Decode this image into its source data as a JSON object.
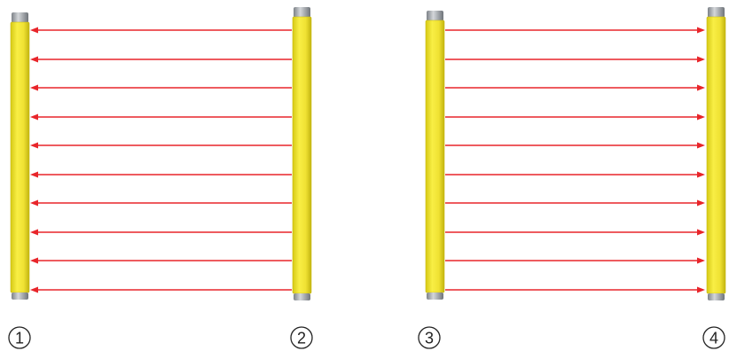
{
  "labels": [
    "1",
    "2",
    "3",
    "4"
  ],
  "colors": {
    "beam": "#e8252a",
    "bar_yellow": "#f2e633",
    "bar_yellow_dark": "#c9bb12",
    "cap_gray": "#9ea3a8"
  },
  "systems": [
    {
      "name": "left",
      "emitter": "right-bar",
      "receiver": "left-bar",
      "beam_direction": "right-to-left",
      "beam_count": 10
    },
    {
      "name": "right",
      "emitter": "left-bar",
      "receiver": "right-bar",
      "beam_direction": "left-to-right",
      "beam_count": 10
    }
  ]
}
